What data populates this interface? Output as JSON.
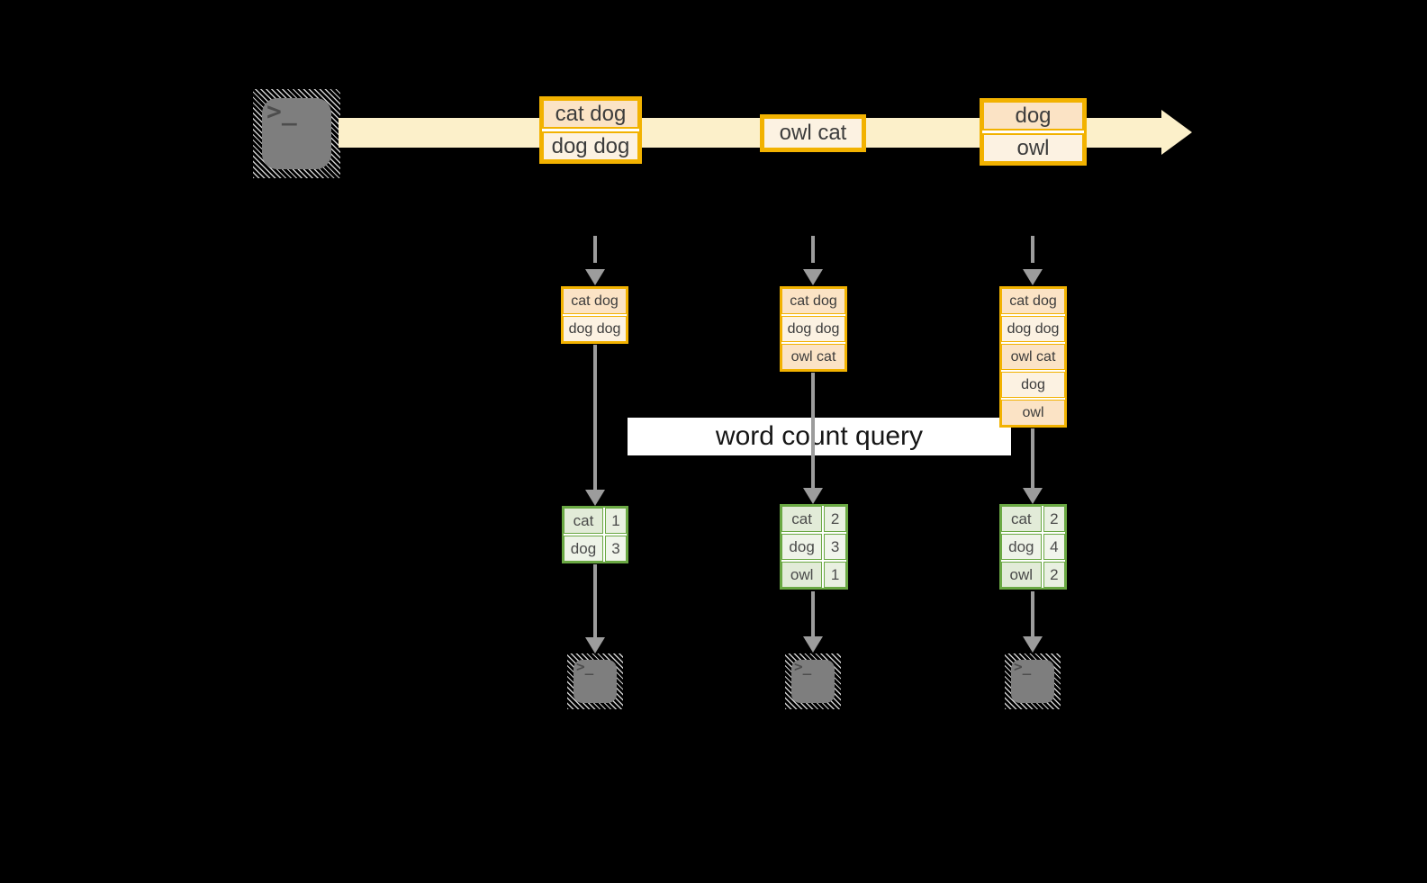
{
  "diagram": {
    "query_label": "word count query",
    "terminal_glyph": ">_",
    "stream": {
      "batches": [
        {
          "rows": [
            "cat dog",
            "dog dog"
          ]
        },
        {
          "rows": [
            "owl cat"
          ]
        },
        {
          "rows": [
            "dog",
            "owl"
          ]
        }
      ]
    },
    "windows": [
      {
        "rows": [
          "cat dog",
          "dog dog"
        ]
      },
      {
        "rows": [
          "cat dog",
          "dog dog",
          "owl cat"
        ]
      },
      {
        "rows": [
          "cat dog",
          "dog dog",
          "owl cat",
          "dog",
          "owl"
        ]
      }
    ],
    "count_tables": [
      {
        "rows": [
          {
            "word": "cat",
            "count": "1"
          },
          {
            "word": "dog",
            "count": "3"
          }
        ]
      },
      {
        "rows": [
          {
            "word": "cat",
            "count": "2"
          },
          {
            "word": "dog",
            "count": "3"
          },
          {
            "word": "owl",
            "count": "1"
          }
        ]
      },
      {
        "rows": [
          {
            "word": "cat",
            "count": "2"
          },
          {
            "word": "dog",
            "count": "4"
          },
          {
            "word": "owl",
            "count": "2"
          }
        ]
      }
    ],
    "colors": {
      "background": "#000000",
      "stream_band": "#FCF0CA",
      "box_border": "#F2B200",
      "box_fill_dark": "#FBE3C5",
      "box_fill_light": "#FCF2E2",
      "table_border": "#6AA843",
      "table_fill_dark": "#E2EBD8",
      "table_fill_light": "#EEF3E8",
      "connector_gray": "#9C9C9C",
      "terminal_gray": "#7E7E7E",
      "query_band": "#FFFFFF"
    }
  }
}
